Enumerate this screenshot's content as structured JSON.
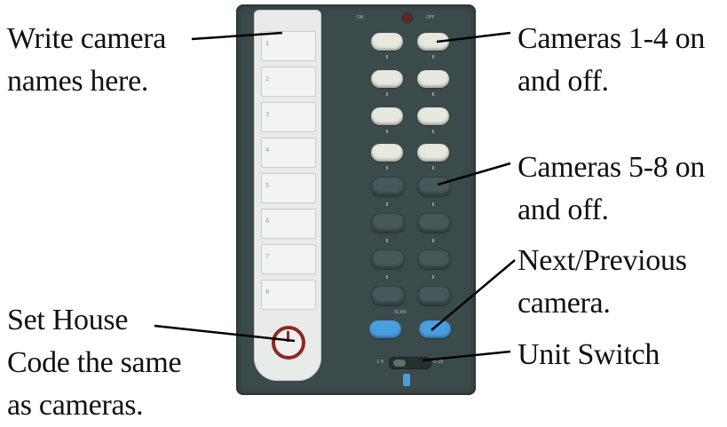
{
  "callouts": {
    "write_names": [
      "Write camera",
      "names here."
    ],
    "cams_1_4": [
      "Cameras 1-4 on",
      "and off."
    ],
    "cams_5_8": [
      "Cameras 5-8 on",
      "and off."
    ],
    "next_prev": [
      "Next/Previous",
      "camera."
    ],
    "house_code": [
      "Set House",
      "Code the same",
      "as cameras."
    ],
    "unit_switch": [
      "Unit Switch"
    ]
  },
  "remote": {
    "strip_count": 8,
    "button_rows": 8,
    "light_rows": 4,
    "colors": {
      "body": "#3b4a4b",
      "label_panel": "#e9eaea",
      "light_button": "#e7e9df",
      "dark_button": "#46585a",
      "blue_button": "#4a9ee0",
      "house_dial_ring": "#8b2a22"
    }
  }
}
